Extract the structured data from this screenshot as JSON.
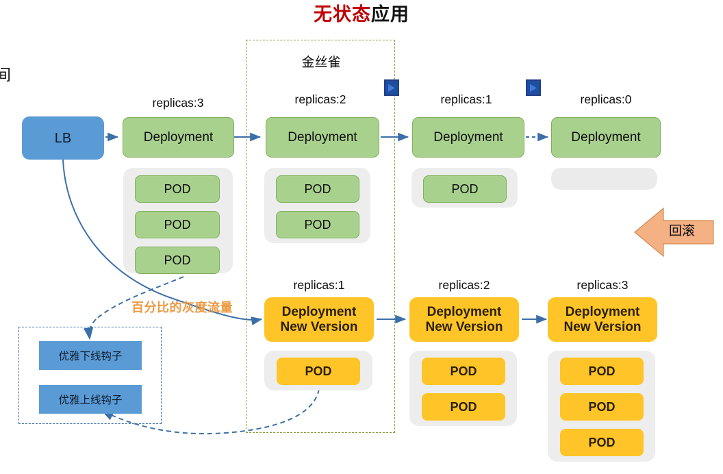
{
  "title": {
    "accent": "无状态",
    "rest": "应用"
  },
  "edge_glyph": "间",
  "canary": {
    "label": "金丝雀"
  },
  "rollback": {
    "label": "回滚"
  },
  "traffic": {
    "label": "百分比的灰度流量"
  },
  "lb": {
    "label": "LB"
  },
  "icons": {
    "play": "play-icon",
    "rollback_arrow": "left-arrow-icon"
  },
  "top_row": {
    "columns": [
      {
        "replicas": "replicas:3",
        "deployment": "Deployment",
        "pods": [
          "POD",
          "POD",
          "POD"
        ]
      },
      {
        "replicas": "replicas:2",
        "deployment": "Deployment",
        "pods": [
          "POD",
          "POD"
        ]
      },
      {
        "replicas": "replicas:1",
        "deployment": "Deployment",
        "pods": [
          "POD"
        ]
      },
      {
        "replicas": "replicas:0",
        "deployment": "Deployment",
        "pods": []
      }
    ]
  },
  "bottom_row": {
    "columns": [
      {
        "replicas": "replicas:1",
        "deployment": "Deployment\nNew Version",
        "d1": "Deployment",
        "d2": "New Version",
        "pods": [
          "POD"
        ]
      },
      {
        "replicas": "replicas:2",
        "deployment": "Deployment\nNew Version",
        "d1": "Deployment",
        "d2": "New Version",
        "pods": [
          "POD",
          "POD"
        ]
      },
      {
        "replicas": "replicas:3",
        "deployment": "Deployment\nNew Version",
        "d1": "Deployment",
        "d2": "New Version",
        "pods": [
          "POD",
          "POD",
          "POD"
        ]
      }
    ]
  },
  "hooks": {
    "items": [
      {
        "label": "优雅下线钩子"
      },
      {
        "label": "优雅上线钩子"
      }
    ]
  },
  "colors": {
    "green_fill": "#A9D18E",
    "green_border": "#7FAF5C",
    "orange_fill": "#FFC427",
    "blue_fill": "#5B9BD5",
    "tray": "#EDEDED",
    "title_accent": "#C00000",
    "rollback_fill": "#F4B183",
    "traffic_text": "#ED9A43",
    "canary_border": "#8A9A3B",
    "hooks_border": "#3C6FA8",
    "connector": "#4472A8"
  }
}
